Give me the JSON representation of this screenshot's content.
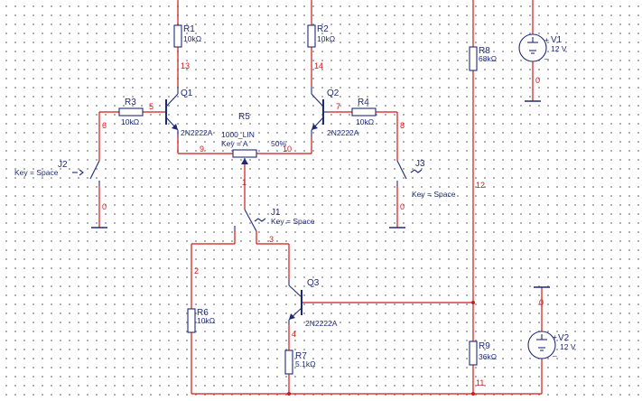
{
  "resistors": {
    "r1": {
      "ref": "R1",
      "value": "10kΩ"
    },
    "r2": {
      "ref": "R2",
      "value": "10kΩ"
    },
    "r3": {
      "ref": "R3",
      "value": "10kΩ"
    },
    "r4": {
      "ref": "R4",
      "value": "10kΩ"
    },
    "r6": {
      "ref": "R6",
      "value": "10kΩ"
    },
    "r7": {
      "ref": "R7",
      "value": "5.1kΩ"
    },
    "r8": {
      "ref": "R8",
      "value": "68kΩ"
    },
    "r9": {
      "ref": "R9",
      "value": "36kΩ"
    }
  },
  "potentiometer": {
    "ref": "R5",
    "value": "1000_LIN",
    "key": "Key = A",
    "percent": "50%"
  },
  "transistors": {
    "q1": {
      "ref": "Q1",
      "model": "2N2222A"
    },
    "q2": {
      "ref": "Q2",
      "model": "2N2222A"
    },
    "q3": {
      "ref": "Q3",
      "model": "2N2222A"
    }
  },
  "switches": {
    "j1": {
      "ref": "J1",
      "key": "Key = Space"
    },
    "j2": {
      "ref": "J2",
      "key": "Key = Space"
    },
    "j3": {
      "ref": "J3",
      "key": "Key = Space"
    }
  },
  "sources": {
    "v1": {
      "ref": "V1",
      "value": "12 V",
      "plus": "+",
      "minus": "_"
    },
    "v2": {
      "ref": "V2",
      "value": "12 V",
      "plus": "+",
      "minus": "_"
    }
  },
  "nodes": {
    "n13": "13",
    "n14": "14",
    "n5": "5",
    "n7": "7",
    "n6": "6",
    "n8": "8",
    "n9": "9",
    "n10": "10",
    "n1": "1",
    "n3": "3",
    "n2": "2",
    "n4": "4",
    "n12": "12",
    "n11": "11",
    "n0_j2": "0",
    "n0_j3": "0",
    "n0_v1": "0",
    "n0_v2": "0"
  }
}
